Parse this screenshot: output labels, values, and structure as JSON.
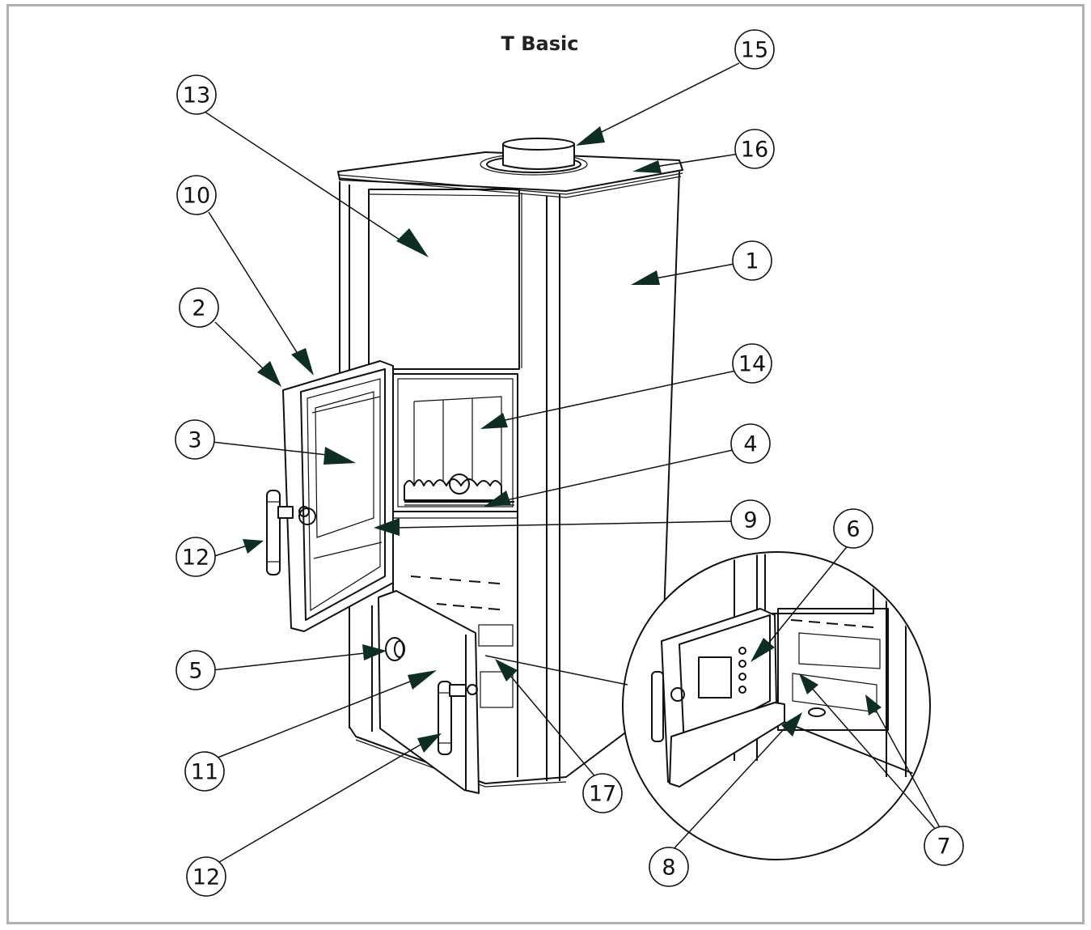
{
  "title": "T Basic",
  "callouts": [
    {
      "id": "c15a",
      "label": "15"
    },
    {
      "id": "c13a",
      "label": "13"
    },
    {
      "id": "c16a",
      "label": "16"
    },
    {
      "id": "c10a",
      "label": "10"
    },
    {
      "id": "c1a",
      "label": "1"
    },
    {
      "id": "c2a",
      "label": "2"
    },
    {
      "id": "c14a",
      "label": "14"
    },
    {
      "id": "c3a",
      "label": "3"
    },
    {
      "id": "c4a",
      "label": "4"
    },
    {
      "id": "c9a",
      "label": "9"
    },
    {
      "id": "c6a",
      "label": "6"
    },
    {
      "id": "c12a",
      "label": "12"
    },
    {
      "id": "c5a",
      "label": "5"
    },
    {
      "id": "c11a",
      "label": "11"
    },
    {
      "id": "c17a",
      "label": "17"
    },
    {
      "id": "c7a",
      "label": "7"
    },
    {
      "id": "c8a",
      "label": "8"
    },
    {
      "id": "c12b",
      "label": "12"
    }
  ]
}
